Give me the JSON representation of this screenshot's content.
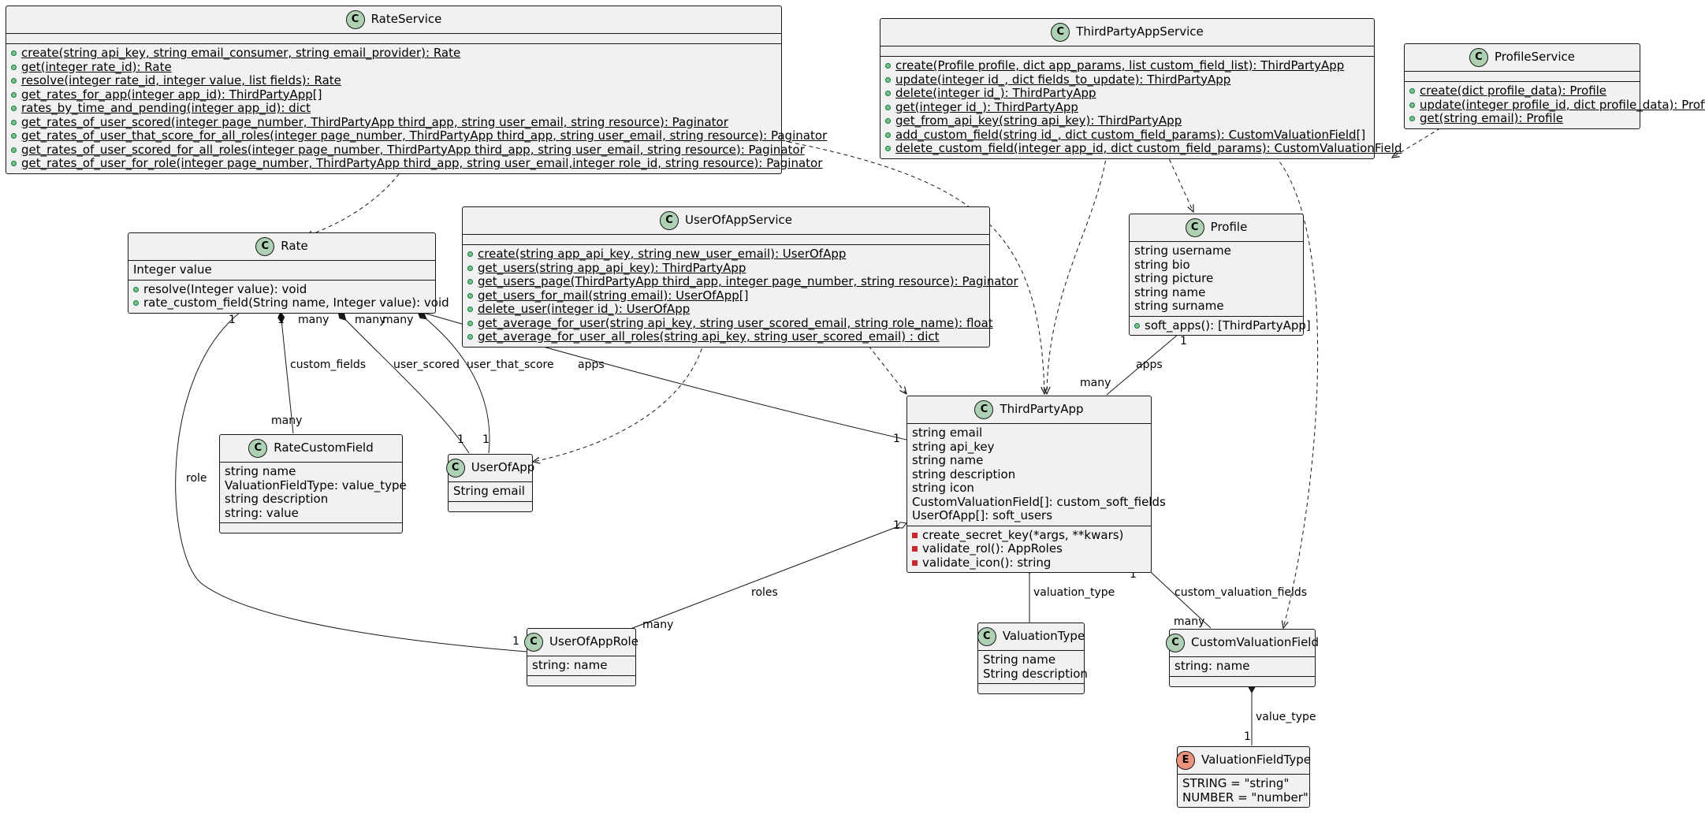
{
  "classes": {
    "rateService": {
      "name": "RateService",
      "kind": "C",
      "methods": [
        "create(string api_key, string email_consumer, string email_provider): Rate",
        "get(integer rate_id): Rate",
        "resolve(integer rate_id, integer value, list fields): Rate",
        "get_rates_for_app(integer app_id): ThirdPartyApp[]",
        "rates_by_time_and_pending(integer app_id): dict",
        "get_rates_of_user_scored(integer page_number, ThirdPartyApp third_app, string user_email, string resource): Paginator",
        "get_rates_of_user_that_score_for_all_roles(integer page_number, ThirdPartyApp third_app, string user_email, string resource): Paginator",
        "get_rates_of_user_scored_for_all_roles(integer page_number, ThirdPartyApp third_app, string user_email, string resource): Paginator",
        "get_rates_of_user_for_role(integer page_number, ThirdPartyApp third_app, string user_email,integer role_id, string resource): Paginator"
      ]
    },
    "thirdPartyAppService": {
      "name": "ThirdPartyAppService",
      "kind": "C",
      "methods": [
        "create(Profile profile, dict app_params, list custom_field_list): ThirdPartyApp",
        "update(integer id_, dict fields_to_update): ThirdPartyApp",
        "delete(integer id_): ThirdPartyApp",
        "get(integer id_): ThirdPartyApp",
        "get_from_api_key(string api_key): ThirdPartyApp",
        "add_custom_field(string id_, dict custom_field_params): CustomValuationField[]",
        "delete_custom_field(integer app_id, dict custom_field_params): CustomValuationField"
      ]
    },
    "profileService": {
      "name": "ProfileService",
      "kind": "C",
      "methods": [
        "create(dict profile_data): Profile",
        "update(integer profile_id, dict profile_data): Profile",
        "get(string email): Profile"
      ]
    },
    "rate": {
      "name": "Rate",
      "kind": "C",
      "fields": [
        "Integer value"
      ],
      "methods": [
        "resolve(Integer value): void",
        "rate_custom_field(String name, Integer value): void"
      ]
    },
    "userOfAppService": {
      "name": "UserOfAppService",
      "kind": "C",
      "methods": [
        "create(string app_api_key, string new_user_email): UserOfApp",
        "get_users(string app_api_key): ThirdPartyApp",
        "get_users_page(ThirdPartyApp third_app, integer page_number, string resource): Paginator",
        "get_users_for_mail(string email): UserOfApp[]",
        "delete_user(integer id_): UserOfApp",
        "get_average_for_user(string api_key, string user_scored_email, string role_name): float",
        "get_average_for_user_all_roles(string api_key, string user_scored_email) : dict"
      ]
    },
    "profile": {
      "name": "Profile",
      "kind": "C",
      "fields": [
        "string username",
        "string bio",
        "string picture",
        "string name",
        "string surname"
      ],
      "methods": [
        "soft_apps(): [ThirdPartyApp]"
      ]
    },
    "rateCustomField": {
      "name": "RateCustomField",
      "kind": "C",
      "fields": [
        "string name",
        "ValuationFieldType: value_type",
        "string description",
        "string: value"
      ]
    },
    "userOfApp": {
      "name": "UserOfApp",
      "kind": "C",
      "fields": [
        "String email"
      ]
    },
    "thirdPartyApp": {
      "name": "ThirdPartyApp",
      "kind": "C",
      "fields": [
        "string email",
        "string api_key",
        "string name",
        "string description",
        "string icon",
        "CustomValuationField[]: custom_soft_fields",
        "UserOfApp[]: soft_users"
      ],
      "methods": [
        "create_secret_key(*args, **kwars)",
        "validate_rol(): AppRoles",
        "validate_icon(): string"
      ]
    },
    "userOfAppRole": {
      "name": "UserOfAppRole",
      "kind": "C",
      "fields": [
        "string: name"
      ]
    },
    "valuationType": {
      "name": "ValuationType",
      "kind": "C",
      "fields": [
        "String name",
        "String description"
      ]
    },
    "customValuationField": {
      "name": "CustomValuationField",
      "kind": "C",
      "fields": [
        "string: name"
      ]
    },
    "valuationFieldType": {
      "name": "ValuationFieldType",
      "kind": "E",
      "fields": [
        "STRING = \"string\"",
        "NUMBER = \"number\""
      ]
    }
  },
  "labels": {
    "custom_fields": "custom_fields",
    "user_scored": "user_scored",
    "user_that_score": "user_that_score",
    "apps": "apps",
    "role": "role",
    "roles": "roles",
    "valuation_type": "valuation_type",
    "custom_valuation_fields": "custom_valuation_fields",
    "value_type": "value_type",
    "many": "many",
    "one": "1"
  },
  "colors": {
    "box_fill": "#f1f1f1",
    "line": "#181818",
    "class_badge": "#add1b2",
    "enum_badge": "#eb937f"
  }
}
